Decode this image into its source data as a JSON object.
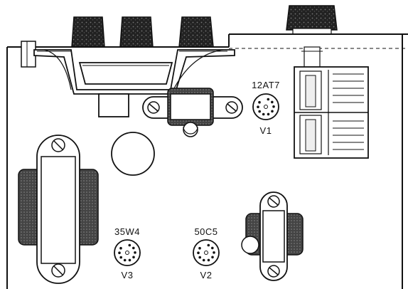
{
  "colors": {
    "ink": "#111111",
    "paper": "#ffffff",
    "knob": "#2a2a2a",
    "core": "#555555"
  },
  "tubes": {
    "v1": {
      "type": "12AT7",
      "ref": "V1"
    },
    "v2": {
      "type": "50C5",
      "ref": "V2"
    },
    "v3": {
      "type": "35W4",
      "ref": "V3"
    }
  }
}
